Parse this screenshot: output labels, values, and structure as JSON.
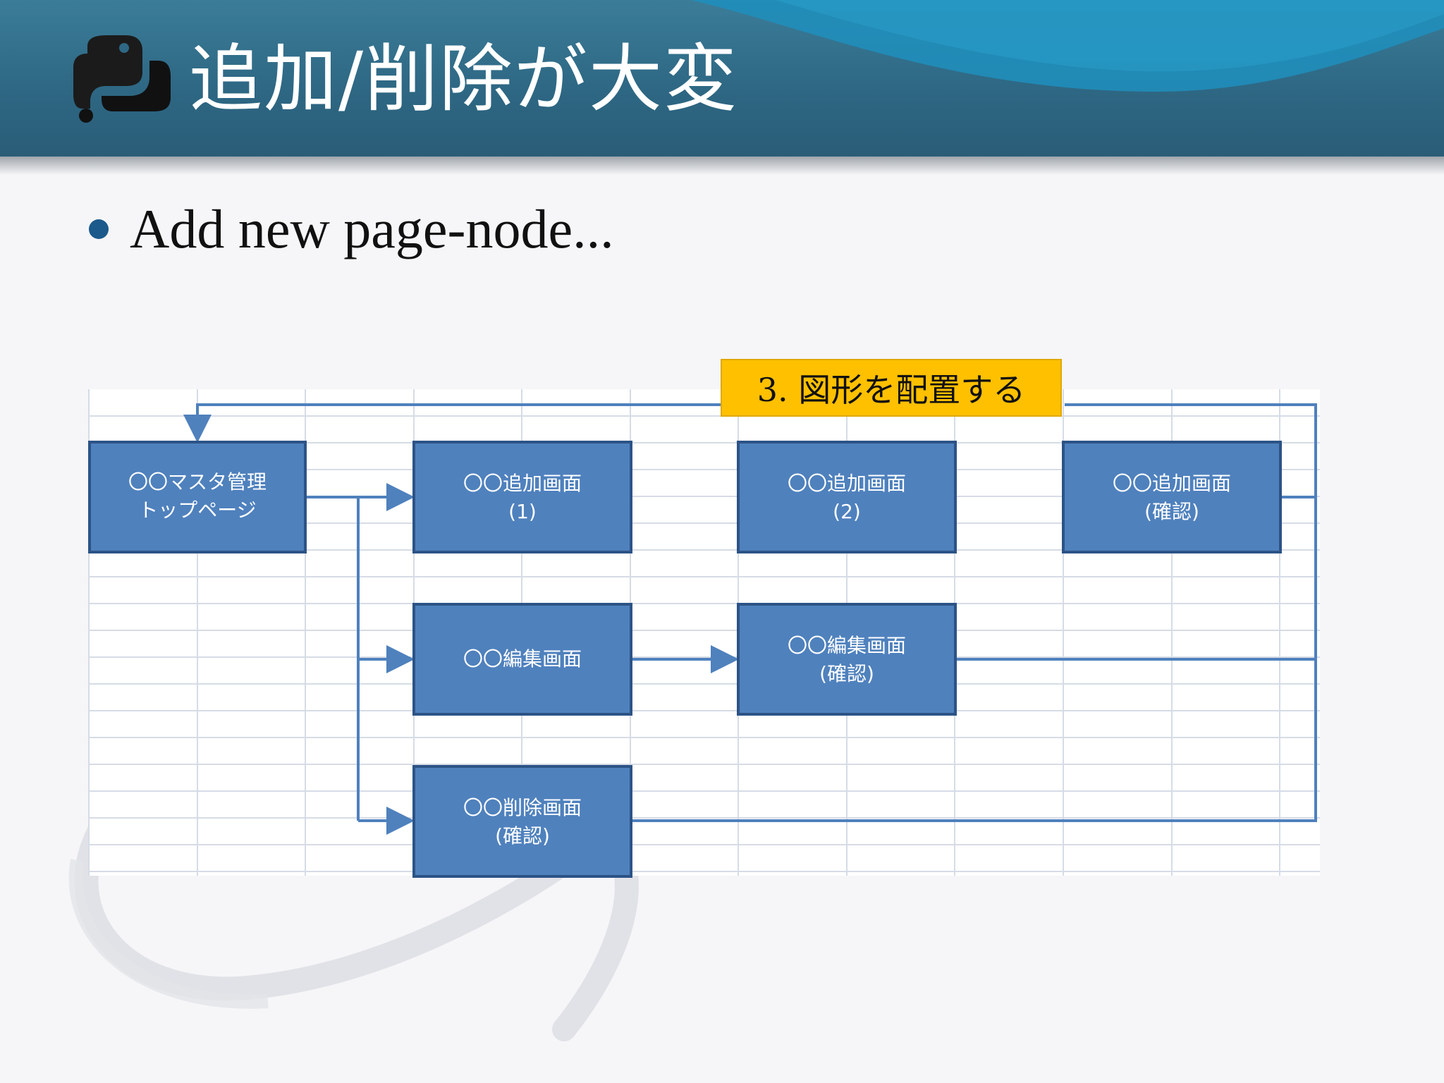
{
  "slide": {
    "title": "追加/削除が大変",
    "bullet": "Add new page-node..."
  },
  "callout": {
    "label": "3. 図形を配置する"
  },
  "nodes": [
    {
      "id": "top",
      "line1": "〇〇マスタ管理",
      "line2": "トップページ"
    },
    {
      "id": "add1",
      "line1": "〇〇追加画面",
      "line2": "(1)"
    },
    {
      "id": "add2",
      "line1": "〇〇追加画面",
      "line2": "(2)"
    },
    {
      "id": "addc",
      "line1": "〇〇追加画面",
      "line2": "(確認)"
    },
    {
      "id": "edit",
      "line1": "〇〇編集画面",
      "line2": ""
    },
    {
      "id": "editc",
      "line1": "〇〇編集画面",
      "line2": "(確認)"
    },
    {
      "id": "delc",
      "line1": "〇〇削除画面",
      "line2": "(確認)"
    }
  ],
  "colors": {
    "header": "#2e6884",
    "node_fill": "#4f81bd",
    "node_border": "#2c5386",
    "connector": "#4f81bd",
    "callout_fill": "#ffc000",
    "bullet": "#1c5a8c"
  }
}
